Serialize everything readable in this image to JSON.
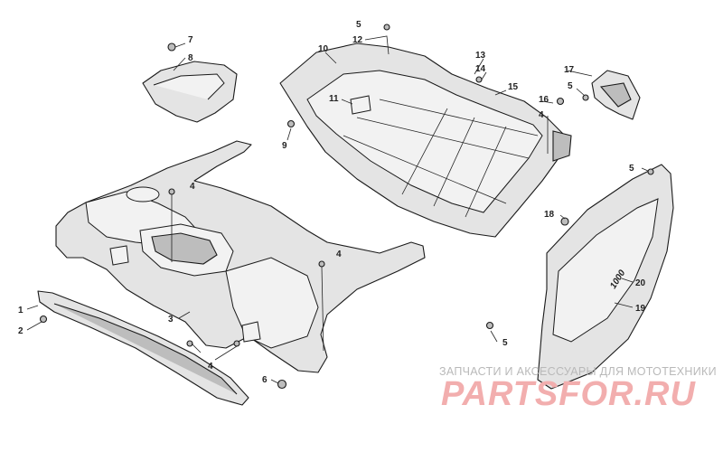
{
  "callouts": [
    {
      "id": "c1",
      "label": "1"
    },
    {
      "id": "c2",
      "label": "2"
    },
    {
      "id": "c3",
      "label": "3"
    },
    {
      "id": "c4a",
      "label": "4"
    },
    {
      "id": "c4b",
      "label": "4"
    },
    {
      "id": "c4c",
      "label": "4"
    },
    {
      "id": "c4d",
      "label": "4"
    },
    {
      "id": "c5a",
      "label": "5"
    },
    {
      "id": "c5b",
      "label": "5"
    },
    {
      "id": "c5c",
      "label": "5"
    },
    {
      "id": "c5d",
      "label": "5"
    },
    {
      "id": "c6",
      "label": "6"
    },
    {
      "id": "c7",
      "label": "7"
    },
    {
      "id": "c8",
      "label": "8"
    },
    {
      "id": "c9",
      "label": "9"
    },
    {
      "id": "c10",
      "label": "10"
    },
    {
      "id": "c11",
      "label": "11"
    },
    {
      "id": "c12",
      "label": "12"
    },
    {
      "id": "c13",
      "label": "13"
    },
    {
      "id": "c14",
      "label": "14"
    },
    {
      "id": "c15",
      "label": "15"
    },
    {
      "id": "c16",
      "label": "16"
    },
    {
      "id": "c17",
      "label": "17"
    },
    {
      "id": "c18",
      "label": "18"
    },
    {
      "id": "c19",
      "label": "19"
    },
    {
      "id": "c20",
      "label": "20"
    }
  ],
  "decal_text": "1000",
  "watermark": {
    "tagline": "ЗАПЧАСТИ И АКСЕССУАРЫ ДЛЯ МОТОТЕХНИКИ",
    "brand": "PARTSFOR.RU"
  }
}
